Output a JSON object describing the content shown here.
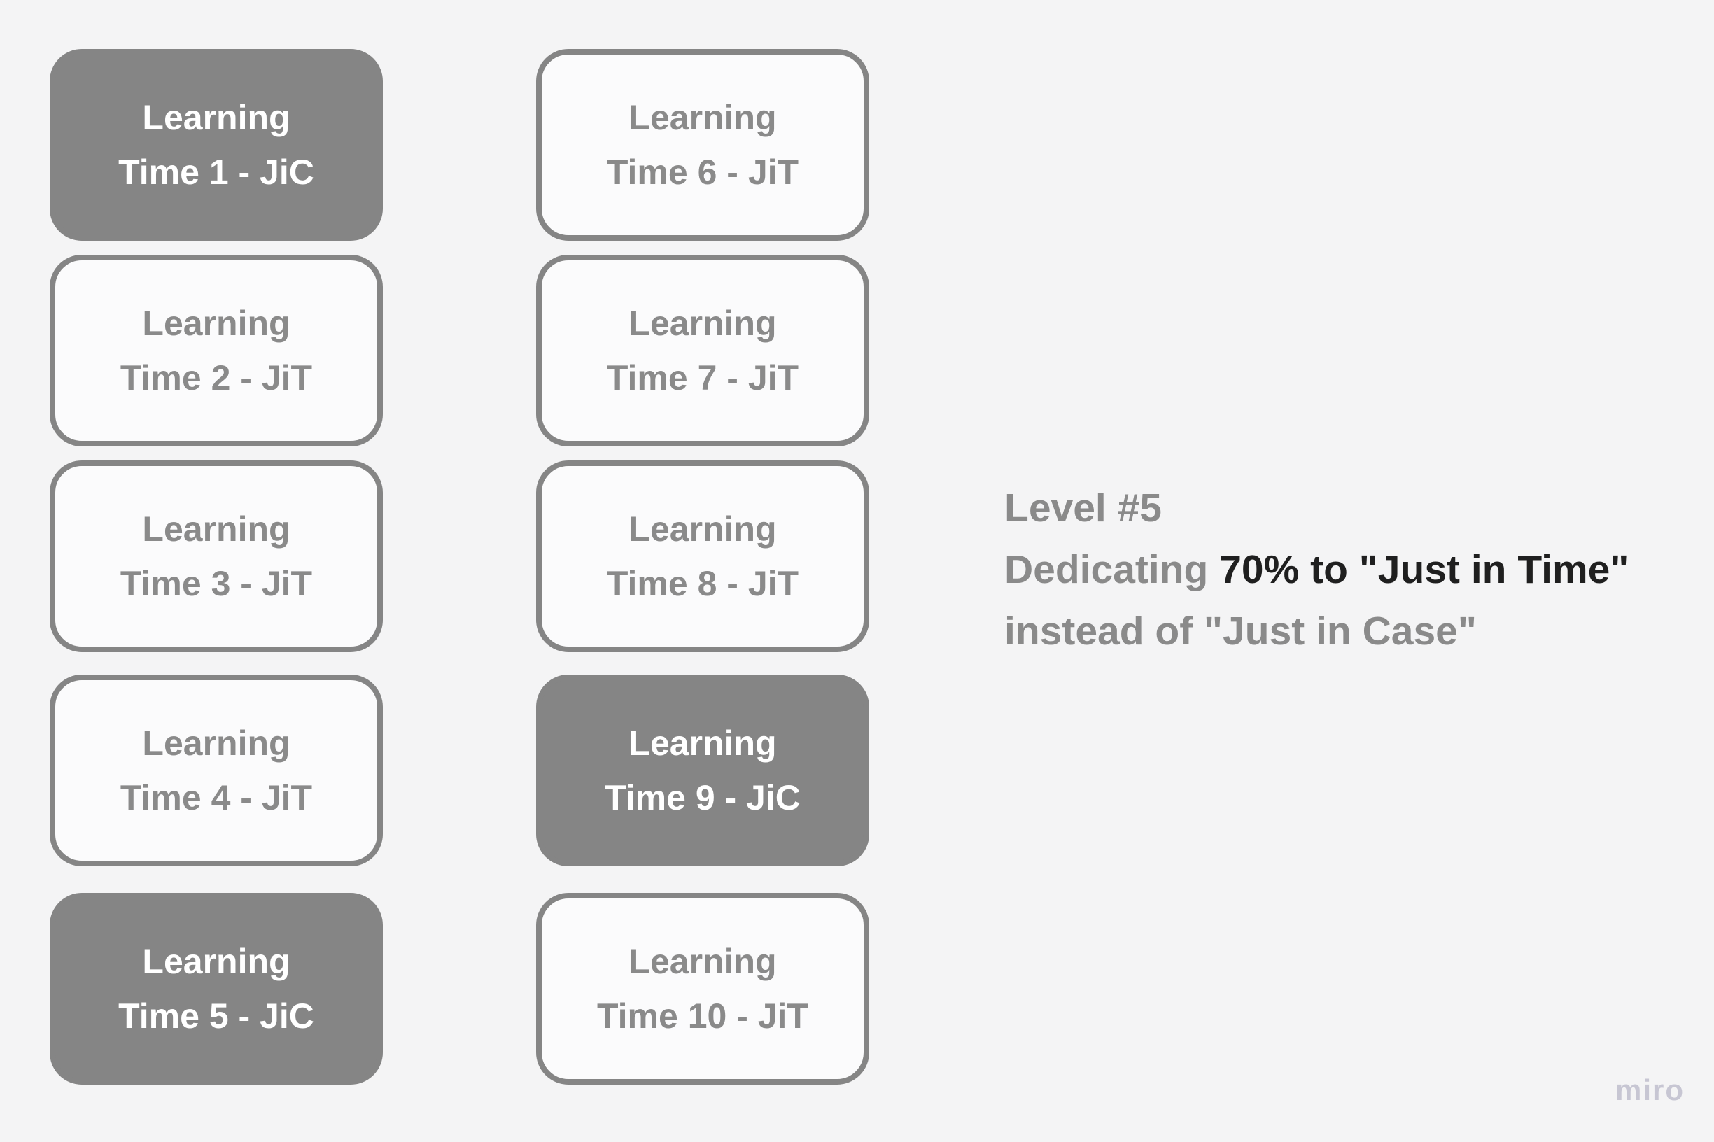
{
  "colors": {
    "background": "#f4f4f5",
    "card_gray": "#858585",
    "card_fill": "#fbfbfc",
    "text_gray": "#8a8a8a",
    "text_dark": "#1f1f1f",
    "watermark": "#c7c6d3"
  },
  "cards": [
    {
      "line1": "Learning",
      "line2": "Time 1 - JiC",
      "variant": "filled"
    },
    {
      "line1": "Learning",
      "line2": "Time 2 - JiT",
      "variant": "outline"
    },
    {
      "line1": "Learning",
      "line2": "Time 3 - JiT",
      "variant": "outline"
    },
    {
      "line1": "Learning",
      "line2": "Time 4 - JiT",
      "variant": "outline"
    },
    {
      "line1": "Learning",
      "line2": "Time 5 - JiC",
      "variant": "filled"
    },
    {
      "line1": "Learning",
      "line2": "Time 6 - JiT",
      "variant": "outline"
    },
    {
      "line1": "Learning",
      "line2": "Time 7 - JiT",
      "variant": "outline"
    },
    {
      "line1": "Learning",
      "line2": "Time 8 - JiT",
      "variant": "outline"
    },
    {
      "line1": "Learning",
      "line2": "Time 9 - JiC",
      "variant": "filled"
    },
    {
      "line1": "Learning",
      "line2": "Time 10 - JiT",
      "variant": "outline"
    }
  ],
  "annotation": {
    "line1": "Level #5",
    "line2_gray": "Dedicating ",
    "line2_dark": "70% to \"Just in Time\"",
    "line3": "instead of \"Just in Case\""
  },
  "watermark": "miro"
}
